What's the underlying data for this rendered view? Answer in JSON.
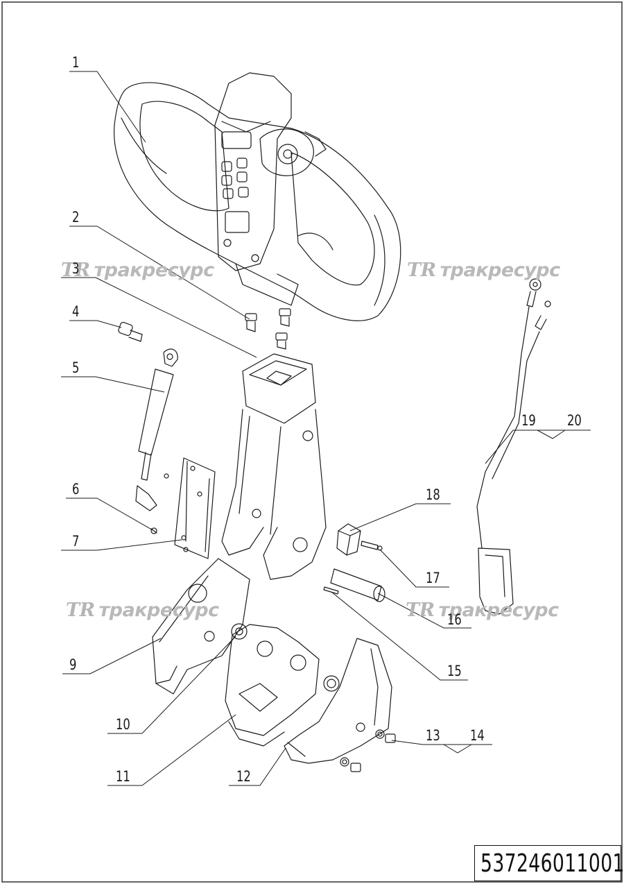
{
  "drawing": {
    "callouts": [
      "1",
      "2",
      "3",
      "4",
      "5",
      "6",
      "7",
      "9",
      "10",
      "11",
      "12",
      "13",
      "14",
      "15",
      "16",
      "17",
      "18",
      "19",
      "20"
    ],
    "watermark": {
      "logo": "ТR",
      "text": "тракресурс"
    },
    "part_number": "537246011001"
  },
  "colors": {
    "line": "#1a1a1a",
    "watermark": "#b9b9b9",
    "background": "#ffffff"
  }
}
